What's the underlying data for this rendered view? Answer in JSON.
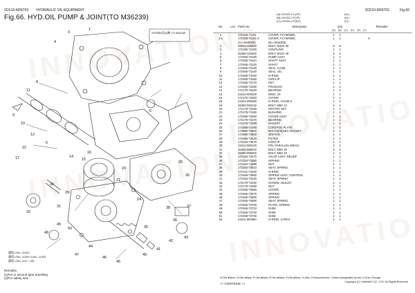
{
  "header": {
    "model": "3CK10-M39703",
    "section": "HYDRAULIC OIL EQUIPMENT",
    "fig_title": "Fig.66.  HYD.OIL PUMP & JOINT(TO M36239)",
    "right_model": "3CK10-M39703",
    "right_fig": "Fig.66"
  },
  "codes": {
    "a": "(A)=VIO20-3 C(JP)",
    "b": "(B)=VIO20-2 P(JP)",
    "c": "(C)=VIO20-4 P(EX)",
    "d": "(D)=",
    "e": "(E)=",
    "f": "(F)="
  },
  "table_head": {
    "no": "No.",
    "lev": "Lev.",
    "pn": "Parts No.",
    "desc": "Description",
    "qty": "Q'ty",
    "q1": "(A)",
    "q2": "(B)",
    "q3": "(C)",
    "q4": "(D)",
    "q5": "(E)",
    "q6": "(F)",
    "remarks": "Remarks"
  },
  "rows": [
    {
      "no": "1",
      "lev": "",
      "pn": "172168-71101",
      "desc": "COVER, FLYWHEEL",
      "q": [
        "1",
        "1",
        ""
      ],
      "rem": ""
    },
    {
      "no": "1-1",
      "lev": "",
      "pn": "172168-71101-4",
      "desc": "COVER, FLYWHEEL",
      "q": [
        "1",
        "1",
        ""
      ],
      "rem": "S"
    },
    {
      "no": "",
      "lev": "",
      "pn": "(A>=M40000)",
      "desc": "(B>=M44300)",
      "q": [
        "",
        "",
        ""
      ],
      "rem": ""
    },
    {
      "no": "2",
      "lev": "",
      "pn": "26013-100302",
      "desc": "BOLT, M10X 30",
      "q": [
        "8",
        "8",
        ""
      ],
      "rem": ""
    },
    {
      "no": "3",
      "lev": "",
      "pn": "172165-71200",
      "desc": "COUPLING",
      "q": [
        "1",
        "1",
        ""
      ],
      "rem": ""
    },
    {
      "no": "4",
      "lev": "",
      "pn": "26450-120402",
      "desc": "BOLT, M12X 40",
      "q": [
        "3",
        "3",
        ""
      ],
      "rem": ""
    },
    {
      "no": "5",
      "lev": "",
      "pn": "172456-73100",
      "desc": "PUMP ASSY",
      "q": [
        "1",
        "1",
        ""
      ],
      "rem": ""
    },
    {
      "no": "6",
      "lev": "",
      "pn": "172456-73110",
      "desc": "SHAFT ASSY",
      "q": [
        "1",
        "1",
        ""
      ],
      "rem": ""
    },
    {
      "no": "7",
      "lev": "",
      "pn": "172456-73120",
      "desc": "SHAFT",
      "q": [
        "1",
        "1",
        ""
      ],
      "rem": ""
    },
    {
      "no": "8",
      "lev": "",
      "pn": "172456-73130",
      "desc": "SEAL, CASE",
      "q": [
        "1",
        "1",
        ""
      ],
      "rem": ""
    },
    {
      "no": "9",
      "lev": "",
      "pn": "172456-73140",
      "desc": "SEAL, OIL",
      "q": [
        "1",
        "1",
        ""
      ],
      "rem": ""
    },
    {
      "no": "10",
      "lev": "",
      "pn": "172456-73150",
      "desc": "O-RING",
      "q": [
        "1",
        "1",
        ""
      ],
      "rem": ""
    },
    {
      "no": "11",
      "lev": "",
      "pn": "172456-73160",
      "desc": "CIRCLIP",
      "q": [
        "1",
        "1",
        ""
      ],
      "rem": ""
    },
    {
      "no": "12",
      "lev": "",
      "pn": "172456-73170",
      "desc": "KEY",
      "q": [
        "1",
        "1",
        ""
      ],
      "rem": ""
    },
    {
      "no": "13",
      "lev": "",
      "pn": "172456-73180",
      "desc": "PIN,BUSH",
      "q": [
        "1",
        "1",
        ""
      ],
      "rem": ""
    },
    {
      "no": "14",
      "lev": "",
      "pn": "172179-73220",
      "desc": "BEARING",
      "q": [
        "1",
        "1",
        ""
      ],
      "rem": ""
    },
    {
      "no": "15",
      "lev": "",
      "pn": "22242-000200",
      "desc": "RING, 20",
      "q": [
        "1",
        "1",
        ""
      ],
      "rem": ""
    },
    {
      "no": "16",
      "lev": "",
      "pn": "172179-73250",
      "desc": "COVER",
      "q": [
        "1",
        "1",
        ""
      ],
      "rem": ""
    },
    {
      "no": "18",
      "lev": "",
      "pn": "24321-000450",
      "desc": "O-RING, 1AG45.0",
      "q": [
        "1",
        "1",
        ""
      ],
      "rem": ""
    },
    {
      "no": "19",
      "lev": "",
      "pn": "26450-060122",
      "desc": "BOLT, M6X 12",
      "q": [
        "4",
        "4",
        ""
      ],
      "rem": ""
    },
    {
      "no": "20",
      "lev": "",
      "pn": "172179-73190",
      "desc": "ROTARY SET",
      "q": [
        "1",
        "1",
        ""
      ],
      "rem": ""
    },
    {
      "no": "21",
      "lev": "",
      "pn": "172179-73190",
      "desc": "BUSHING",
      "q": [
        "1",
        "1",
        ""
      ],
      "rem": ""
    },
    {
      "no": "22",
      "lev": "",
      "pn": "172456-73260",
      "desc": "COVER ASSY",
      "q": [
        "1",
        "1",
        ""
      ],
      "rem": ""
    },
    {
      "no": "23",
      "lev": "",
      "pn": "172179-73270",
      "desc": "BEARING",
      "q": [
        "1",
        "1",
        ""
      ],
      "rem": ""
    },
    {
      "no": "24",
      "lev": "",
      "pn": "172179-73280",
      "desc": "GASKET",
      "q": [
        "1",
        "1",
        ""
      ],
      "rem": ""
    },
    {
      "no": "25",
      "lev": "",
      "pn": "172456-73290",
      "desc": "CONTROL PLATE",
      "q": [
        "1",
        "1",
        ""
      ],
      "rem": ""
    },
    {
      "no": "26",
      "lev": "",
      "pn": "172650-73652",
      "desc": "BOLT,W/S(HEX SOCKET",
      "q": [
        "2",
        "2",
        ""
      ],
      "rem": ""
    },
    {
      "no": "27",
      "lev": "",
      "pn": "172456-73600",
      "desc": "ORIFICE",
      "q": [
        "1",
        "1",
        ""
      ],
      "rem": ""
    },
    {
      "no": "28",
      "lev": "",
      "pn": "172456-73610",
      "desc": "FILTER",
      "q": [
        "1",
        "1",
        ""
      ],
      "rem": ""
    },
    {
      "no": "29",
      "lev": "",
      "pn": "172164-73670",
      "desc": "CIRCLIP",
      "q": [
        "1",
        "1",
        ""
      ],
      "rem": ""
    },
    {
      "no": "30",
      "lev": "",
      "pn": "22312-080120",
      "desc": "PIN, PARALLEL M6X12",
      "q": [
        "2",
        "2",
        ""
      ],
      "rem": ""
    },
    {
      "no": "31",
      "lev": "",
      "pn": "26450-080202",
      "desc": "BOLT, M8X 20",
      "q": [
        "2",
        "2",
        ""
      ],
      "rem": ""
    },
    {
      "no": "32",
      "lev": "",
      "pn": "26450-080402",
      "desc": "BOLT, M8X 40",
      "q": [
        "1",
        "1",
        ""
      ],
      "rem": ""
    },
    {
      "no": "35",
      "lev": "",
      "pn": "172164-73470",
      "desc": "VALVE ASSY, RELIEF",
      "q": [
        "1",
        "1",
        ""
      ],
      "rem": ""
    },
    {
      "no": "36",
      "lev": "",
      "pn": "172164-73380",
      "desc": "SPRING",
      "q": [
        "1",
        "1",
        ""
      ],
      "rem": ""
    },
    {
      "no": "37",
      "lev": "",
      "pn": "172164-73390",
      "desc": "NUT",
      "q": [
        "1",
        "1",
        ""
      ],
      "rem": ""
    },
    {
      "no": "38",
      "lev": "",
      "pn": "172164-73510",
      "desc": "SEAT, SPRING",
      "q": [
        "1",
        "1",
        ""
      ],
      "rem": ""
    },
    {
      "no": "39",
      "lev": "",
      "pn": "172141-74430",
      "desc": "O-RING",
      "q": [
        "1",
        "1",
        ""
      ],
      "rem": ""
    },
    {
      "no": "40",
      "lev": "",
      "pn": "172456-73650",
      "desc": "SPRING ASSY, CONTROL",
      "q": [
        "1",
        "1",
        ""
      ],
      "rem": ""
    },
    {
      "no": "41",
      "lev": "",
      "pn": "172164-73420",
      "desc": "SEAT, SPRING",
      "q": [
        "1",
        "1",
        ""
      ],
      "rem": ""
    },
    {
      "no": "42",
      "lev": "",
      "pn": "172179-73430",
      "desc": "SCREW, ADJUST",
      "q": [
        "1",
        "1",
        ""
      ],
      "rem": ""
    },
    {
      "no": "43",
      "lev": "",
      "pn": "172179-73490",
      "desc": "NUT",
      "q": [
        "1",
        "1",
        ""
      ],
      "rem": ""
    },
    {
      "no": "44",
      "lev": "",
      "pn": "172456-73660",
      "desc": "COVER",
      "q": [
        "1",
        "1",
        ""
      ],
      "rem": ""
    },
    {
      "no": "45",
      "lev": "",
      "pn": "172456-73670",
      "desc": "SPRING",
      "q": [
        "1",
        "1",
        ""
      ],
      "rem": ""
    },
    {
      "no": "46",
      "lev": "",
      "pn": "172456-73680",
      "desc": "SPRING",
      "q": [
        "1",
        "1",
        ""
      ],
      "rem": ""
    },
    {
      "no": "47",
      "lev": "",
      "pn": "172456-73690",
      "desc": "SEAT, SPRING",
      "q": [
        "1",
        "1",
        ""
      ],
      "rem": ""
    },
    {
      "no": "48",
      "lev": "",
      "pn": "172456-73700",
      "desc": "PLATE, SPRING",
      "q": [
        "1",
        "1",
        ""
      ],
      "rem": ""
    },
    {
      "no": "49",
      "lev": "",
      "pn": "172456-73710",
      "desc": "SHIM",
      "q": [
        "1",
        "1",
        ""
      ],
      "rem": ""
    },
    {
      "no": "50",
      "lev": "",
      "pn": "172456-73720",
      "desc": "SHIM",
      "q": [
        "1",
        "1",
        ""
      ],
      "rem": ""
    },
    {
      "no": "51",
      "lev": "",
      "pn": "172456-73730",
      "desc": "SHIM",
      "q": [
        "1",
        "1",
        ""
      ],
      "rem": ""
    },
    {
      "no": "52",
      "lev": "",
      "pn": "24311-000090",
      "desc": "O-RING, 1AP9.0",
      "q": [
        "1",
        "1",
        ""
      ],
      "rem": ""
    }
  ],
  "diagram_labels": {
    "note_top": "2003年5月以降 TO M36239",
    "note_b1": "適用 L/No. 11332",
    "note_b2": "適用 L/No. 11300~L/No. 11332",
    "note_b3": "適用 L/No. 113~~135"
  },
  "remarks": {
    "title": "Remarks",
    "r1": "(1)For or second gear travelling.",
    "r2": "(2)For safety lock."
  },
  "footer": {
    "legend": "N:Old ●New, O:Old ●New, P:Old ●New, R:Old ●New, S:Old ●New, X:Add, Z:Discontinued, ◇Interchangeable by set, K:Q'ty Change",
    "continue": "++ CONTINUE ++",
    "copyright": "Copyright (C)  YANMAR CO., LTD. All Rights Reserved"
  },
  "watermark": "INNOVATIONS"
}
